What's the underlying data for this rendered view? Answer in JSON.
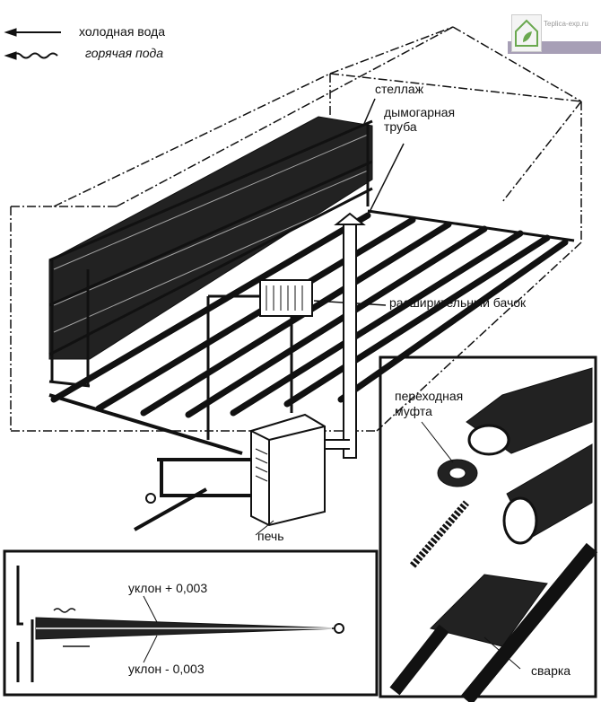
{
  "legend": {
    "cold_water": "холодная вода",
    "hot_water": "горячая пода"
  },
  "labels": {
    "rack": "стеллаж",
    "flue_pipe_1": "дымогарная",
    "flue_pipe_2": "труба",
    "expansion_tank": "расширительный бачок",
    "stove": "печь",
    "adapter_1": "переходная",
    "adapter_2": "муфта",
    "weld": "сварка",
    "slope_up": "уклон + 0,003",
    "slope_down": "уклон - 0,003"
  },
  "watermark": "Teplica-exp.ru",
  "colors": {
    "ink": "#111111",
    "watermark_green": "#6aa84f",
    "watermark_bar": "#a79fb6"
  }
}
